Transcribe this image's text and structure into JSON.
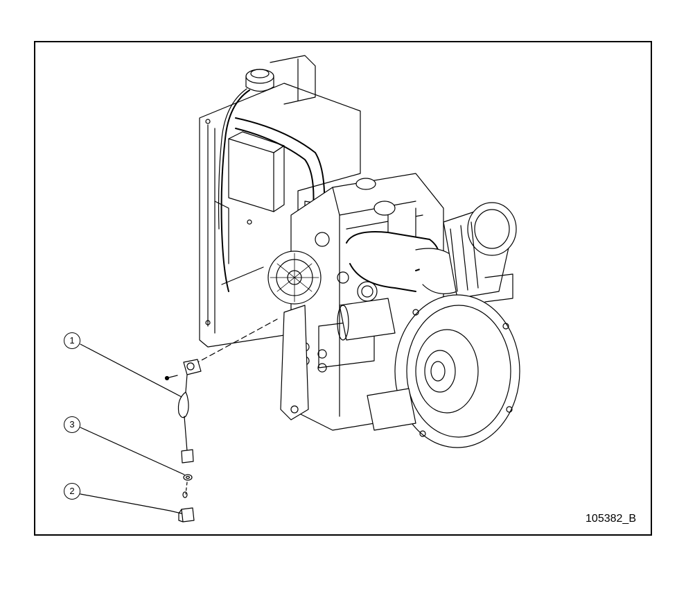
{
  "figure": {
    "id_label": "105382_B",
    "callouts": [
      {
        "number": "1",
        "part": "sensor-with-harness"
      },
      {
        "number": "3",
        "part": "washer"
      },
      {
        "number": "2",
        "part": "connector"
      }
    ]
  },
  "colors": {
    "line": "#000000",
    "background": "#ffffff"
  }
}
